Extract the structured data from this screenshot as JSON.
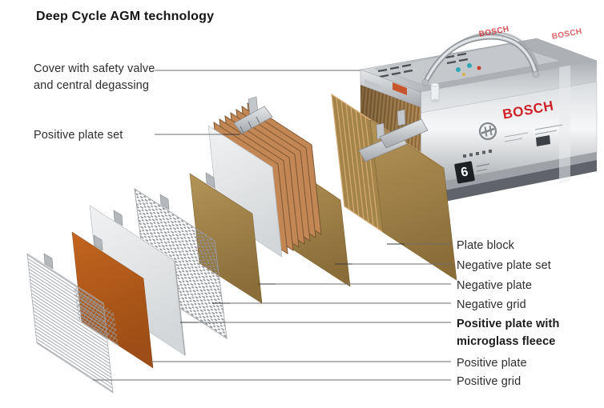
{
  "title": "Deep Cycle AGM technology",
  "labels": {
    "cover": "Cover with safety valve and central degassing",
    "positive_plate_set": "Positive plate set",
    "plate_block": "Plate block",
    "negative_plate_set": "Negative plate set",
    "negative_plate": "Negative plate",
    "negative_grid": "Negative grid",
    "positive_plate_fleece": "Positive plate with microglass fleece",
    "positive_plate": "Positive plate",
    "positive_grid": "Positive grid"
  },
  "battery": {
    "brand": "BOSCH",
    "cell_label": "6"
  },
  "colors": {
    "positive_plate_orange": "#b2591d",
    "negative_plate_brown": "#a5874b",
    "copper": "#c28755",
    "bosch_red": "#cf2027",
    "leader_line_gray": "#6e6e6e",
    "silver": "#c6cacd"
  }
}
